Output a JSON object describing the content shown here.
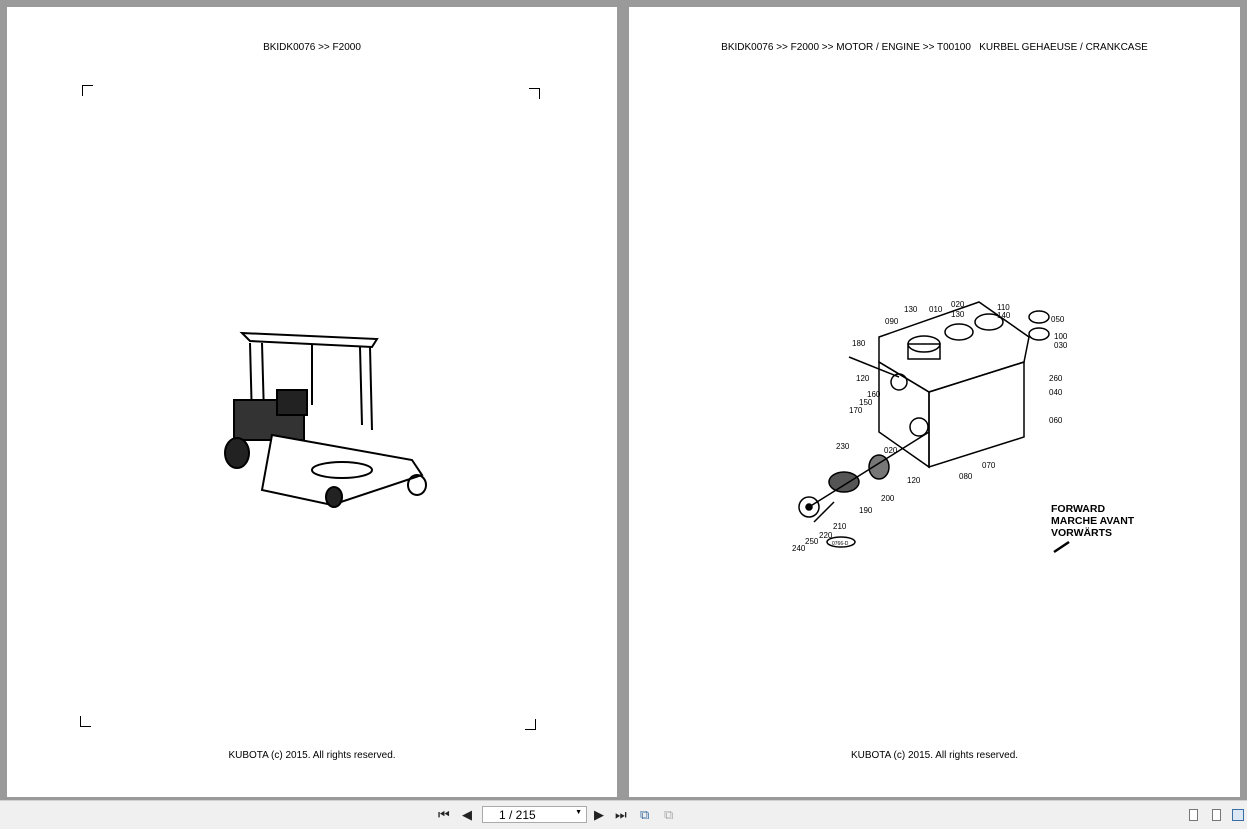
{
  "pages": [
    {
      "header": "BKIDK0076 >> F2000",
      "footer": "KUBOTA (c) 2015. All rights reserved.",
      "illustration": "front-mower-tractor"
    },
    {
      "header": "BKIDK0076 >> F2000 >> MOTOR / ENGINE >> T00100   KURBEL GEHAEUSE / CRANKCASE",
      "footer": "KUBOTA (c) 2015. All rights reserved.",
      "illustration": "crankcase-exploded-view",
      "part_labels": [
        "130",
        "010",
        "020",
        "130",
        "110",
        "140",
        "050",
        "090",
        "100",
        "030",
        "180",
        "260",
        "120",
        "040",
        "160",
        "150",
        "170",
        "060",
        "230",
        "020",
        "070",
        "080",
        "120",
        "200",
        "190",
        "210",
        "220",
        "250",
        "240"
      ],
      "diagram_code": "0766-D",
      "direction_labels": [
        "FORWARD",
        "MARCHE AVANT",
        "VORWÄRTS"
      ]
    }
  ],
  "toolbar": {
    "first_page": "first-page-icon",
    "prev_page": "previous-page-icon",
    "page_value": "1 / 215",
    "next_page": "next-page-icon",
    "last_page": "last-page-icon",
    "view_modes": [
      "single-page-icon",
      "continuous-icon",
      "two-page-icon"
    ],
    "active_view": "two-page"
  }
}
